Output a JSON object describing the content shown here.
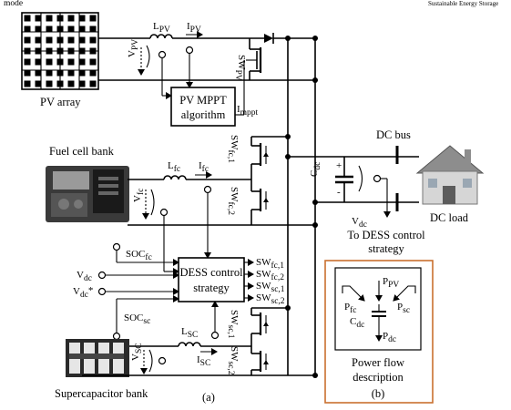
{
  "header": {
    "right_text": "Sustainable Energy Storage",
    "left_text": "mode"
  },
  "pv": {
    "array_label": "PV array",
    "inductor_label": "L",
    "inductor_sub": "PV",
    "current_label": "I",
    "current_sub": "PV",
    "voltage_label": "V",
    "voltage_sub": "PV",
    "switch_label": "SW",
    "switch_sub": "PV",
    "mppt_line1": "PV MPPT",
    "mppt_line2": "algorithm",
    "impp_label": "I",
    "impp_sub": "mppt"
  },
  "fuel_cell": {
    "bank_label": "Fuel cell bank",
    "inductor_label": "L",
    "inductor_sub": "fc",
    "current_label": "I",
    "current_sub": "fc",
    "voltage_label": "V",
    "voltage_sub": "fc",
    "sw1_label": "SW",
    "sw1_sub": "fc,1",
    "sw2_label": "SW",
    "sw2_sub": "fc,2",
    "soc_label": "SOC",
    "soc_sub": "fc"
  },
  "controller": {
    "line1": "DESS control",
    "line2": "strategy",
    "vdc_label": "V",
    "vdc_sub": "dc",
    "vdcstar_label": "V",
    "vdcstar_sub": "dc",
    "vdcstar_mark": "*",
    "outputs": [
      {
        "label": "SW",
        "sub": "fc,1"
      },
      {
        "label": "SW",
        "sub": "fc,2"
      },
      {
        "label": "SW",
        "sub": "sc,1"
      },
      {
        "label": "SW",
        "sub": "sc,2"
      }
    ]
  },
  "supercap": {
    "bank_label": "Supercapacitor bank",
    "inductor_label": "L",
    "inductor_sub": "SC",
    "current_label": "I",
    "current_sub": "SC",
    "voltage_label": "V",
    "voltage_sub": "SC",
    "sw1_label": "SW",
    "sw1_sub": "sc,1",
    "sw2_label": "SW",
    "sw2_sub": "sc,2",
    "soc_label": "SOC",
    "soc_sub": "sc"
  },
  "dc_bus": {
    "bus_label": "DC bus",
    "cap_label": "C",
    "cap_sub": "dc",
    "plus": "+",
    "minus": "-",
    "vdc_label": "V",
    "vdc_sub": "dc",
    "to_dess_line1": "To DESS control",
    "to_dess_line2": "strategy",
    "load_label": "DC load"
  },
  "power_flow": {
    "ppv_label": "P",
    "ppv_sub": "PV",
    "pfc_label": "P",
    "pfc_sub": "fc",
    "psc_label": "P",
    "psc_sub": "sc",
    "cdc_label": "C",
    "cdc_sub": "dc",
    "pdc_label": "P",
    "pdc_sub": "dc",
    "caption_line1": "Power flow",
    "caption_line2": "description",
    "panel_tag": "(b)",
    "border_color": "#c9702f"
  },
  "figure_tag": "(a)"
}
